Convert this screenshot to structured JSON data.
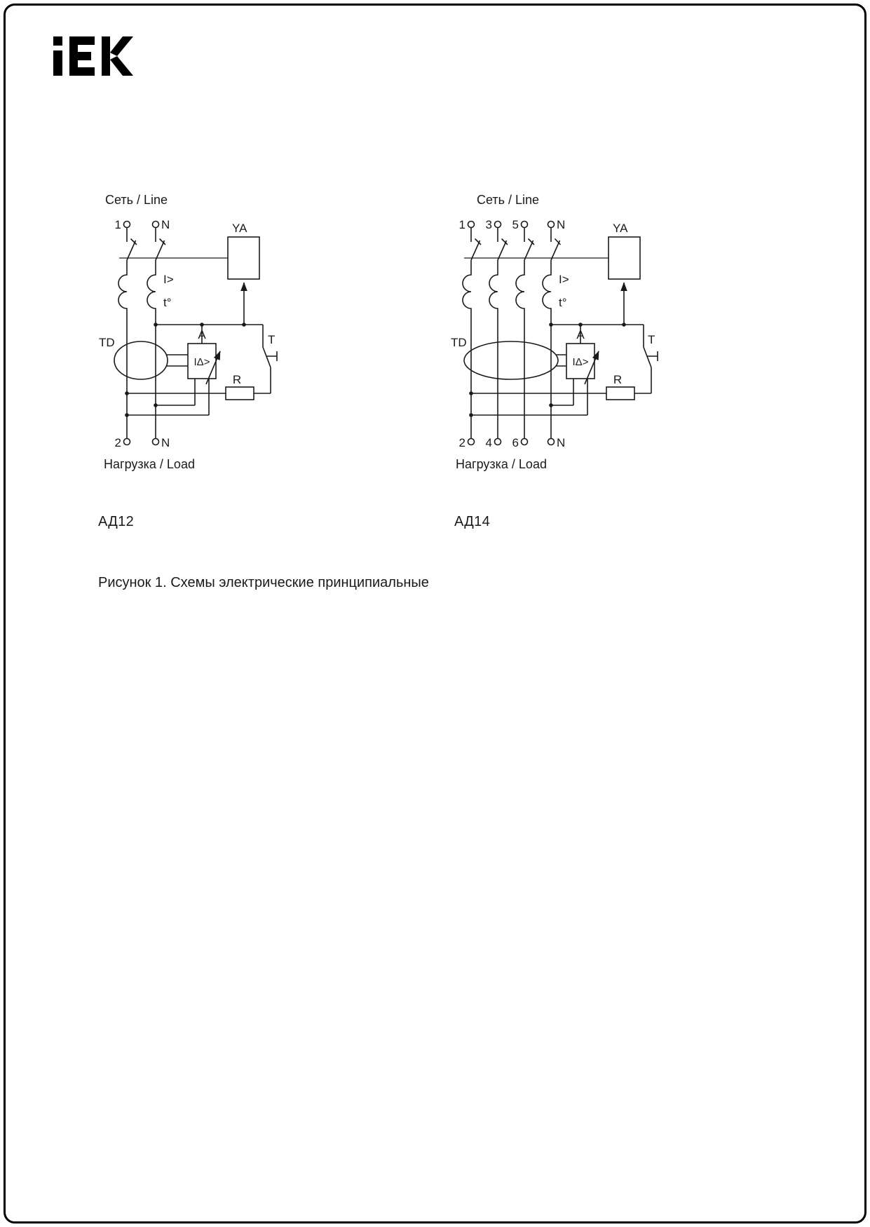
{
  "colors": {
    "ink": "#1a1a1a",
    "paper": "#ffffff"
  },
  "logo": {
    "brand": "IEK"
  },
  "caption": "Рисунок 1. Схемы электрические принципиальные",
  "diagram_left": {
    "title": "АД12",
    "line_label": "Сеть / Line",
    "load_label": "Нагрузка / Load",
    "top_terminals": [
      "1",
      "N"
    ],
    "bottom_terminals": [
      "2",
      "N"
    ],
    "trip_coil": "YA",
    "overcurrent": "I>",
    "thermal": "t°",
    "transformer": "TD",
    "amplifier": "A",
    "diff_current": "IΔ>",
    "test_button": "T",
    "resistor": "R"
  },
  "diagram_right": {
    "title": "АД14",
    "line_label": "Сеть / Line",
    "load_label": "Нагрузка / Load",
    "top_terminals": [
      "1",
      "3",
      "5",
      "N"
    ],
    "bottom_terminals": [
      "2",
      "4",
      "6",
      "N"
    ],
    "trip_coil": "YA",
    "overcurrent": "I>",
    "thermal": "t°",
    "transformer": "TD",
    "amplifier": "A",
    "diff_current": "IΔ>",
    "test_button": "T",
    "resistor": "R"
  }
}
